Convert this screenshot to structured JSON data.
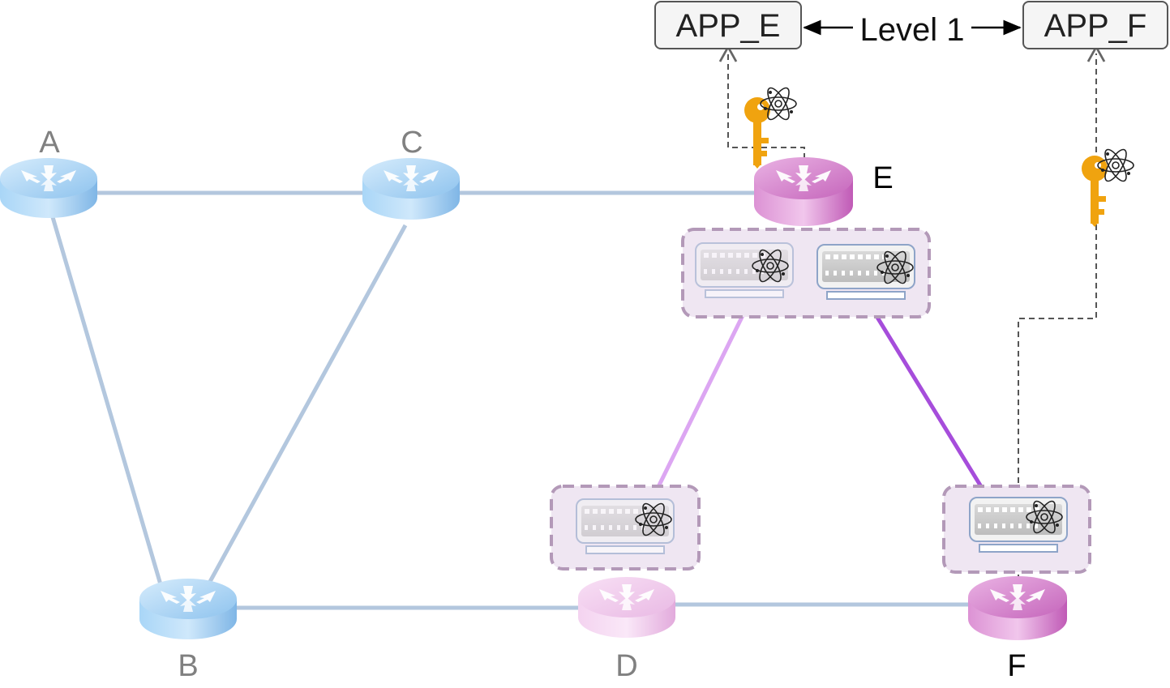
{
  "nodes": {
    "A": {
      "label": "A",
      "role": "classical-router"
    },
    "B": {
      "label": "B",
      "role": "classical-router"
    },
    "C": {
      "label": "C",
      "role": "classical-router"
    },
    "D": {
      "label": "D",
      "role": "quantum-router"
    },
    "E": {
      "label": "E",
      "role": "quantum-router"
    },
    "F": {
      "label": "F",
      "role": "quantum-router"
    }
  },
  "apps": {
    "app_e": "APP_E",
    "app_f": "APP_F"
  },
  "level_label": "Level 1",
  "icons": {
    "router": "router-icon",
    "qkd_device": "qkd-device-icon",
    "atom": "atom-icon",
    "key": "key-icon"
  },
  "colors": {
    "classical_router": "#8cc4f0",
    "quantum_router_light": "#f2c6ec",
    "quantum_router_dark": "#cc66c2",
    "classical_link": "#b3c7de",
    "quantum_link_light": "#dca6f2",
    "quantum_link_dark": "#a64ddb",
    "qkd_group_fill": "#efe6f2",
    "qkd_group_border": "#b399b8",
    "key": "#f0a30f",
    "label_gray": "#808080",
    "label_black": "#000000"
  }
}
